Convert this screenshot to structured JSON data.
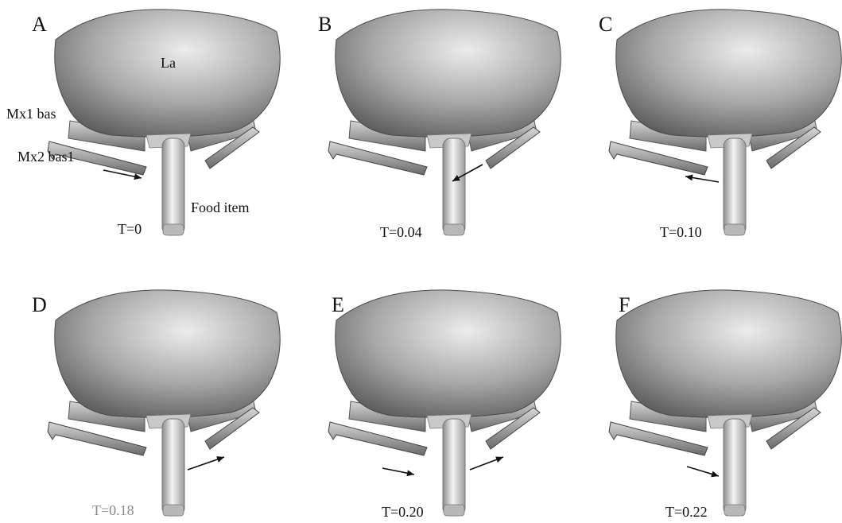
{
  "labels": {
    "labium": "La",
    "maxilla1_basal": "Mx1 bas",
    "maxilla2_basal": "Mx2 bas1",
    "food_item": "Food item"
  },
  "panels": [
    {
      "letter": "A",
      "time": "T=0",
      "arrow": "right-down"
    },
    {
      "letter": "B",
      "time": "T=0.04",
      "arrow": "left-down"
    },
    {
      "letter": "C",
      "time": "T=0.10",
      "arrow": "left-up"
    },
    {
      "letter": "D",
      "time": "T=0.18",
      "arrow": "right-up"
    },
    {
      "letter": "E",
      "time": "T=0.20",
      "arrow": "left-right-up"
    },
    {
      "letter": "F",
      "time": "T=0.22",
      "arrow": "right-down"
    }
  ],
  "colors": {
    "body_light": "#ececec",
    "body_dark": "#5c5c5c",
    "arrow": "#111111",
    "text": "#111111"
  }
}
